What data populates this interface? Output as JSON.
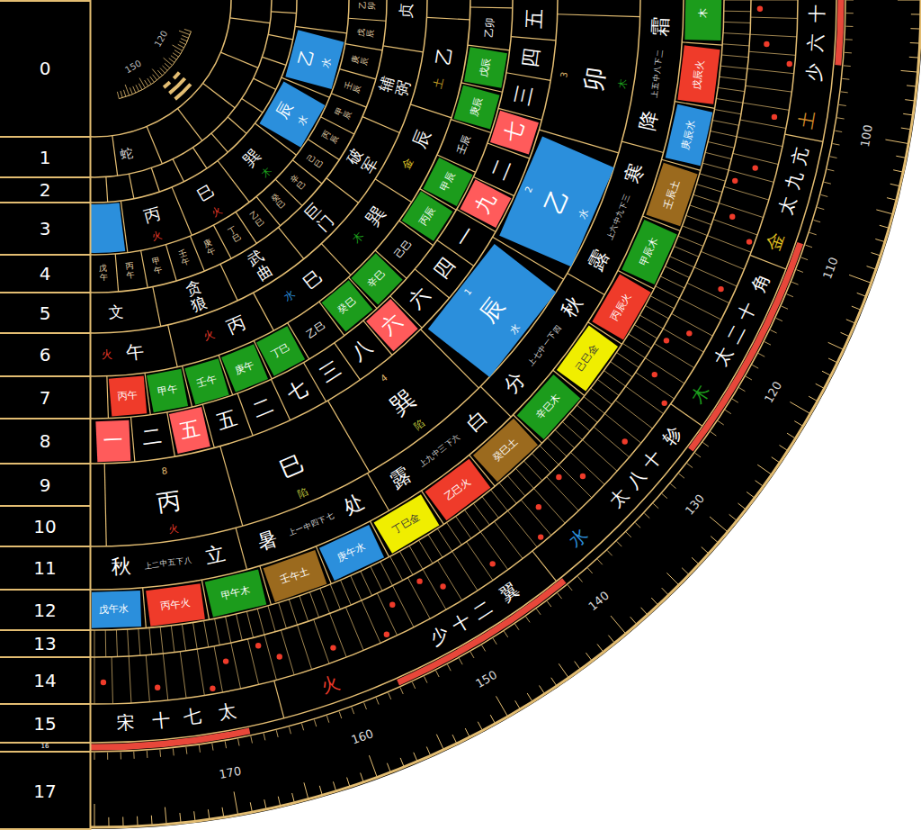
{
  "diagram": {
    "nodes": [
      {
        "text": [
          "乙",
          "水"
        ]
      },
      {
        "text": [
          "辰",
          "水"
        ]
      },
      {
        "text": [
          "戊辰"
        ]
      },
      {
        "text": [
          "庚辰"
        ]
      },
      {
        "text": [
          "甲辰"
        ]
      },
      {
        "text": [
          "丙辰"
        ]
      },
      {
        "text": [
          "辛巳"
        ]
      },
      {
        "text": [
          "癸巳"
        ]
      },
      {
        "text": [
          "丁巳"
        ]
      },
      {
        "text": [
          "庚午"
        ]
      },
      {
        "text": [
          "壬午"
        ]
      },
      {
        "text": [
          "甲午"
        ]
      },
      {
        "text": [
          "丙午"
        ]
      },
      {
        "text": [
          "七"
        ]
      },
      {
        "text": [
          "九"
        ]
      },
      {
        "text": [
          "六"
        ]
      },
      {
        "text": [
          "五"
        ]
      },
      {
        "text": [
          "一"
        ]
      },
      {
        "text": [
          "2",
          "乙",
          "水"
        ]
      },
      {
        "text": [
          "1",
          "辰",
          "水"
        ]
      },
      {
        "text": [
          "木"
        ]
      },
      {
        "text": [
          "戊辰火"
        ]
      },
      {
        "text": [
          "庚辰水"
        ]
      },
      {
        "text": [
          "壬辰土"
        ]
      },
      {
        "text": [
          "甲辰木"
        ]
      },
      {
        "text": [
          "丙辰火"
        ]
      },
      {
        "text": [
          "己巳金"
        ]
      },
      {
        "text": [
          "辛巳木"
        ]
      },
      {
        "text": [
          "癸巳土"
        ]
      },
      {
        "text": [
          "乙巳火"
        ]
      },
      {
        "text": [
          "丁巳金"
        ]
      },
      {
        "text": [
          "庚午水"
        ]
      },
      {
        "text": [
          "壬午土"
        ]
      },
      {
        "text": [
          "甲午木"
        ]
      },
      {
        "text": [
          "丙午火"
        ]
      },
      {
        "text": [
          "戊午水"
        ]
      }
    ],
    "labels": [
      "0",
      "1",
      "2",
      "3",
      "4",
      "5",
      "6",
      "7",
      "8",
      "9",
      "10",
      "11",
      "12",
      "13",
      "14",
      "15",
      "16",
      "17",
      "100",
      "110",
      "120",
      "130",
      "140",
      "150",
      "160",
      "170",
      "120",
      "150",
      "蛇",
      "巽",
      "木",
      "巳",
      "火",
      "丙",
      "火",
      "乙卯",
      "戊辰",
      "庚辰",
      "壬辰",
      "甲辰",
      "丙辰",
      "己巳",
      "辛巳",
      "癸巳",
      "乙巳",
      "丁巳",
      "庚午",
      "壬午",
      "甲午",
      "丙午",
      "戊午",
      "贞",
      "辅弼",
      "破军",
      "巨门",
      "武曲",
      "贪狼",
      "文",
      "乙",
      "土",
      "辰",
      "金",
      "巽",
      "木",
      "巳",
      "水",
      "丙",
      "火",
      "午",
      "火",
      "乙卯",
      "壬辰",
      "己巳",
      "乙巳",
      "五",
      "四",
      "三",
      "二",
      "一",
      "四",
      "六",
      "八",
      "三",
      "七",
      "二",
      "五",
      "二",
      "3",
      "卯",
      "木",
      "4",
      "巽",
      "陷",
      "巳",
      "陷",
      "8",
      "丙",
      "火",
      "霜",
      "上五中八下二",
      "降",
      "寒",
      "上六中九下三",
      "露",
      "秋",
      "上七中一下四",
      "分",
      "白",
      "上九中三下六",
      "露",
      "处",
      "上一中四下七",
      "暑",
      "立",
      "上二中五下八",
      "秋",
      "十",
      "六",
      "少",
      "土",
      "亢",
      "九",
      "太",
      "金",
      "角",
      "十",
      "二",
      "太",
      "木",
      "轸",
      "十",
      "八",
      "太",
      "水",
      "翼",
      "二",
      "十",
      "少",
      "火",
      "太",
      "七",
      "十",
      "宋"
    ]
  }
}
